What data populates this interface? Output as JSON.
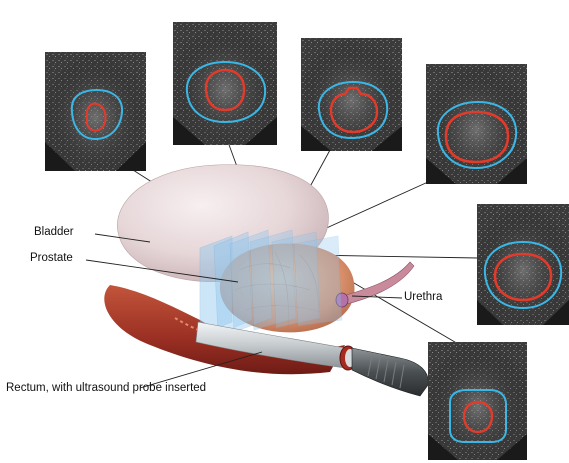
{
  "labels": {
    "bladder": "Bladder",
    "prostate": "Prostate",
    "urethra": "Urethra",
    "rectum": "Rectum, with ultrasound probe inserted"
  },
  "colors": {
    "bladder": "#ece0e1",
    "prostate": "#dc9a7a",
    "rectum": "#a8402e",
    "probe": "#cfd3d6",
    "plane": "#8fc7ee",
    "contour_outer": "#39b7e6",
    "contour_inner": "#e33a2a",
    "ultrasound_bg": "#3a3a3a"
  },
  "ultrasound_slices": [
    {
      "name": "slice-1",
      "inner": "small"
    },
    {
      "name": "slice-2",
      "inner": "medium"
    },
    {
      "name": "slice-3",
      "inner": "notched"
    },
    {
      "name": "slice-4",
      "inner": "large"
    },
    {
      "name": "slice-5",
      "inner": "large"
    },
    {
      "name": "slice-6",
      "inner": "small"
    }
  ]
}
